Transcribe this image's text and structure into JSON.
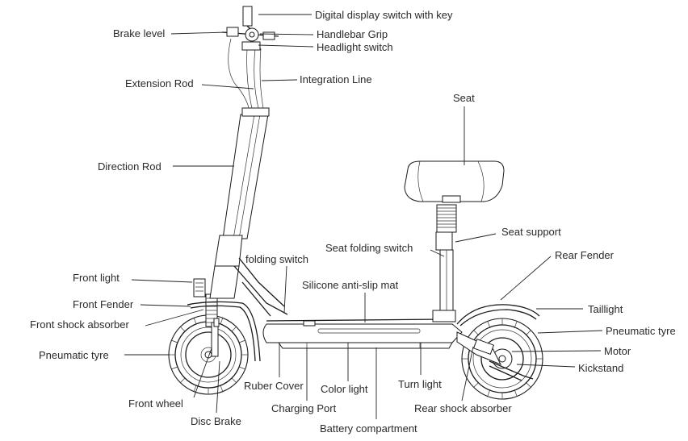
{
  "labels": {
    "digital_display": "Digital display switch with key",
    "brake_level": "Brake level",
    "handlebar_grip": "Handlebar Grip",
    "headlight_switch": "Headlight switch",
    "extension_rod": "Extension Rod",
    "integration_line": "Integration Line",
    "seat": "Seat",
    "direction_rod": "Direction Rod",
    "seat_support": "Seat support",
    "seat_folding_switch": "Seat folding switch",
    "rear_fender": "Rear Fender",
    "folding_switch": "folding switch",
    "front_light": "Front light",
    "silicone_mat": "Silicone anti-slip mat",
    "front_fender": "Front Fender",
    "taillight": "Taillight",
    "front_shock": "Front shock absorber",
    "pneumatic_tyre_rear": "Pneumatic tyre",
    "pneumatic_tyre_front": "Pneumatic tyre",
    "motor": "Motor",
    "kickstand": "Kickstand",
    "turn_light": "Turn light",
    "ruber_cover": "Ruber Cover",
    "color_light": "Color light",
    "front_wheel": "Front wheel",
    "charging_port": "Charging Port",
    "rear_shock": "Rear shock absorber",
    "disc_brake": "Disc Brake",
    "battery": "Battery compartment"
  }
}
